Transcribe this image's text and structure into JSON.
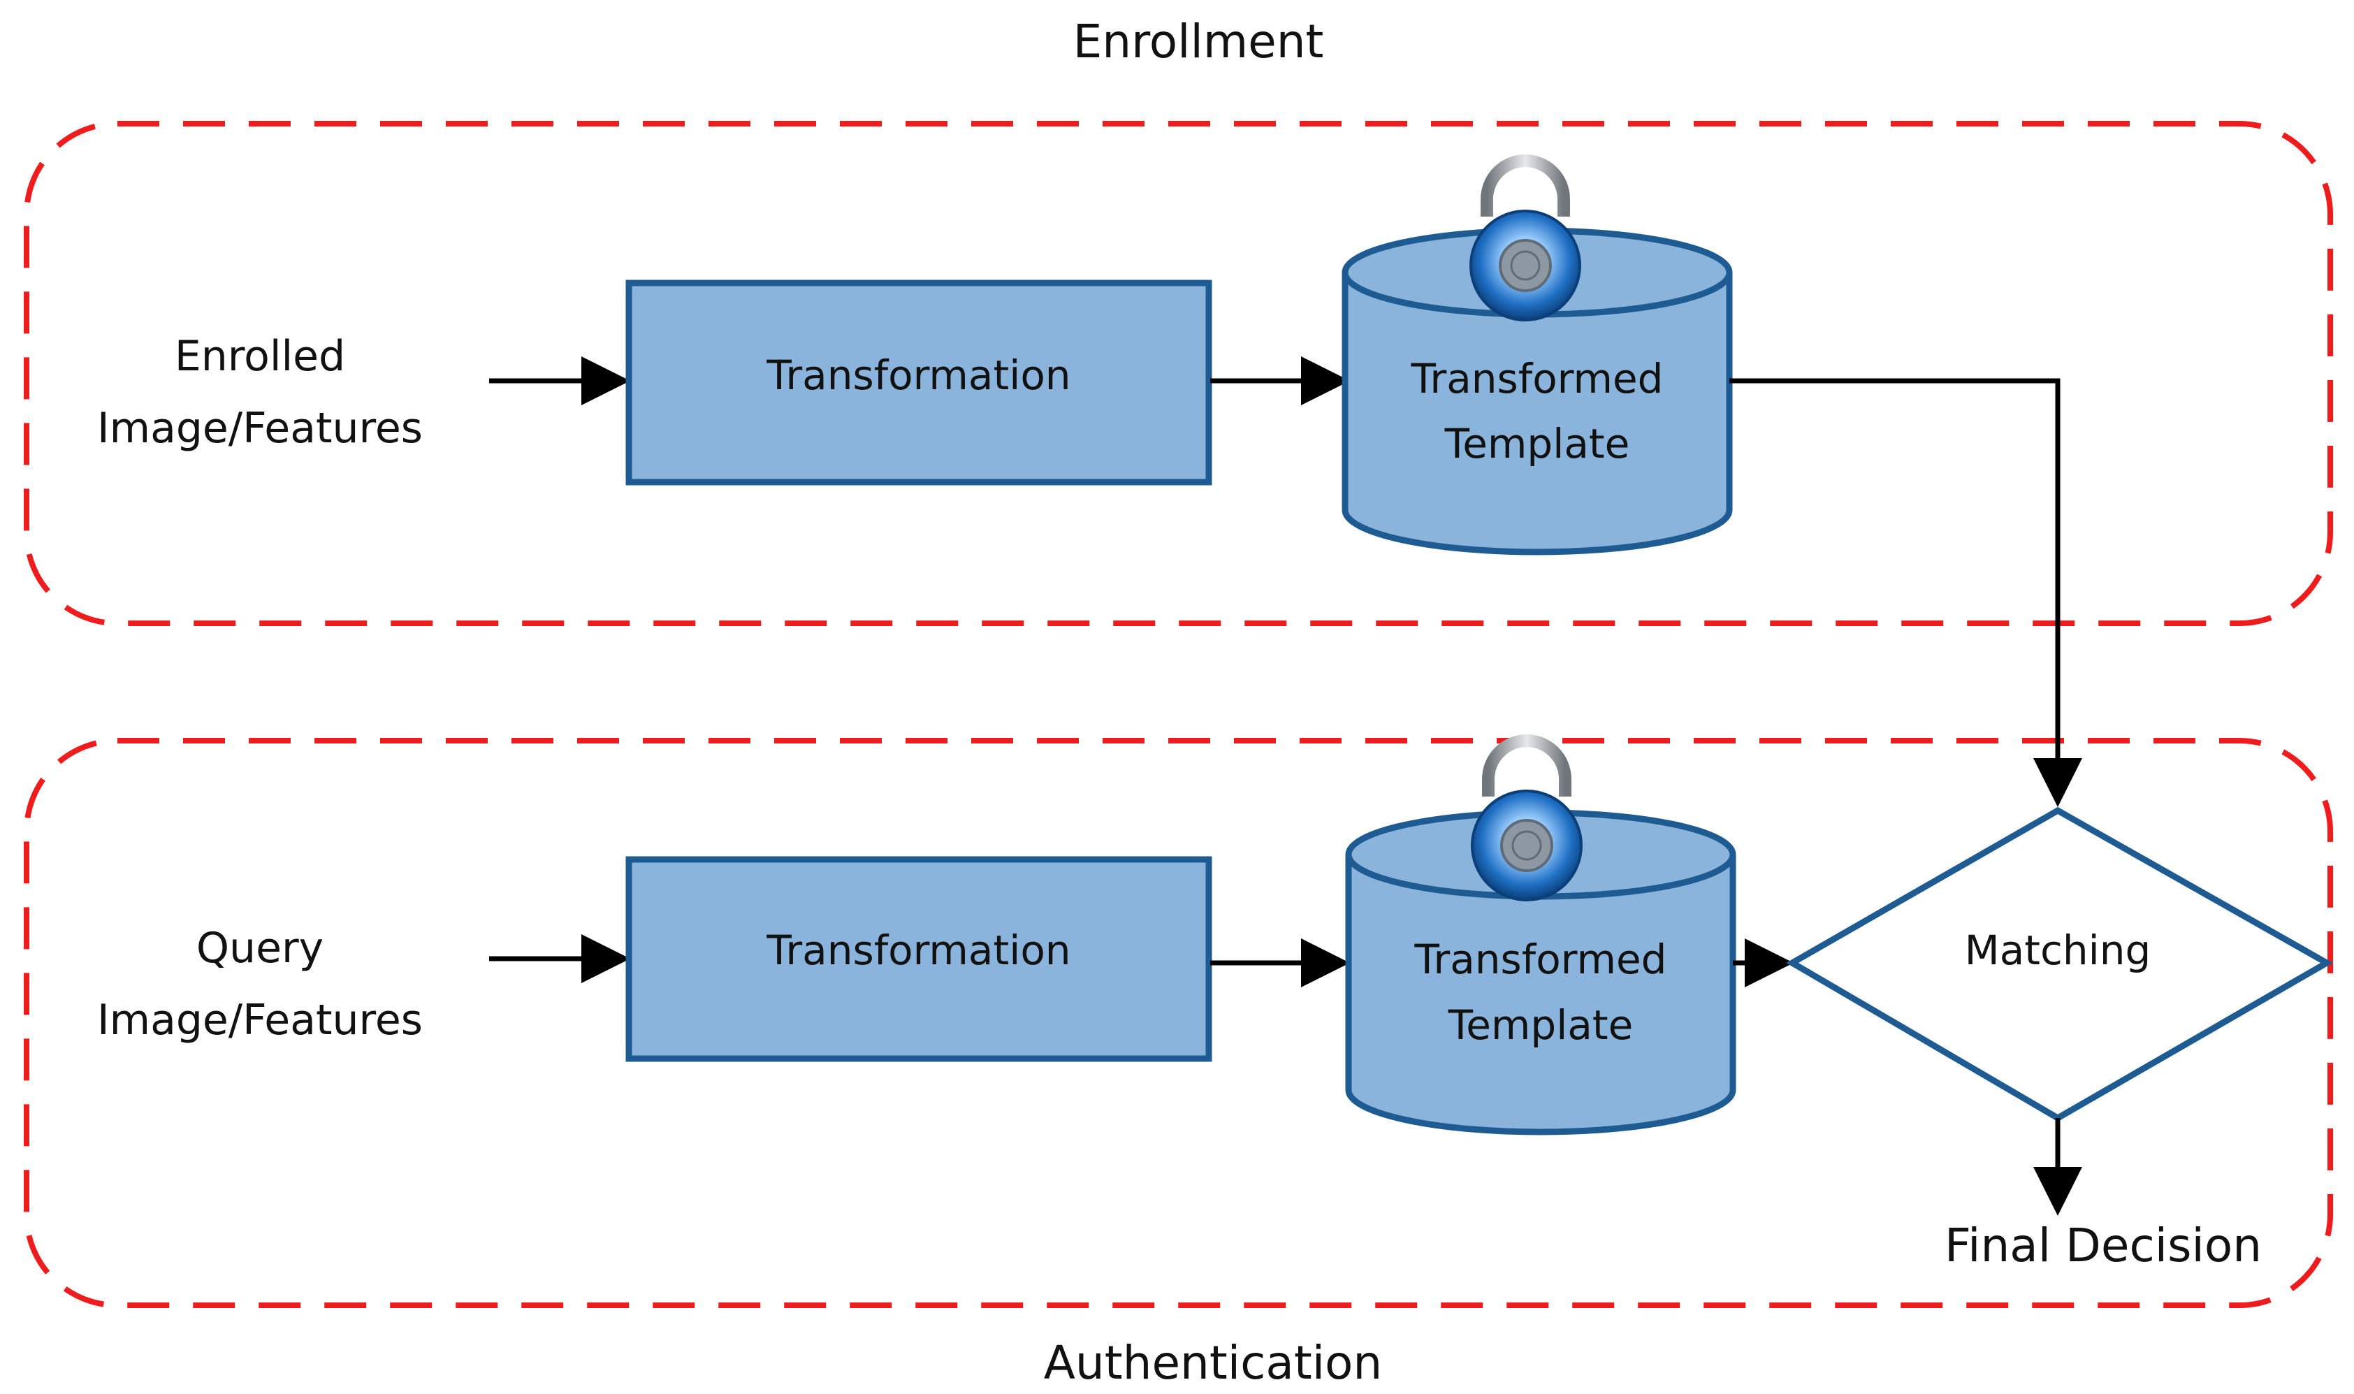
{
  "title_top": "Enrollment",
  "title_bottom": "Authentication",
  "colors": {
    "group_border": "#ee1c1c",
    "box_fill": "#8ab4dc",
    "box_stroke": "#1e5b92",
    "arrow": "#000000",
    "lock_body": "#2b7fd0",
    "lock_shackle": "#9aa0a6"
  },
  "enrollment": {
    "input_line1": "Enrolled",
    "input_line2": "Image/Features",
    "transform": "Transformation",
    "template_line1": "Transformed",
    "template_line2": "Template",
    "template_icon": "padlock-icon"
  },
  "authentication": {
    "input_line1": "Query",
    "input_line2": "Image/Features",
    "transform": "Transformation",
    "template_line1": "Transformed",
    "template_line2": "Template",
    "template_icon": "padlock-icon",
    "matching": "Matching",
    "decision": "Final Decision"
  }
}
